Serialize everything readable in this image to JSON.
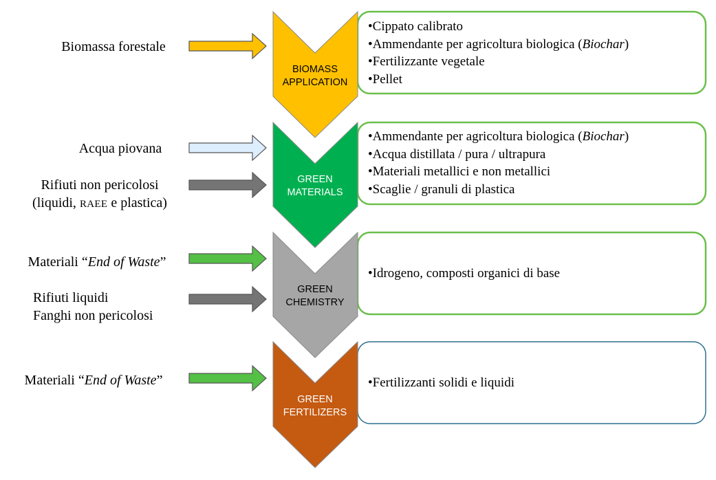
{
  "stages": [
    {
      "label_line1": "BIOMASS",
      "label_line2": "APPLICATION",
      "fill": "#FFC000",
      "label_color": "#000000",
      "box_border": "#6ABF4B",
      "outputs": [
        {
          "text": "Cippato calibrato"
        },
        {
          "text": "Ammendante per agricoltura biologica (",
          "italic": "Biochar",
          "after": ")"
        },
        {
          "text": "Fertilizzante vegetale"
        },
        {
          "text": "Pellet"
        }
      ],
      "inputs": [
        {
          "line1": "Biomassa forestale",
          "arrow_color": "#FFC000"
        }
      ]
    },
    {
      "label_line1": "GREEN",
      "label_line2": "MATERIALS",
      "fill": "#00B050",
      "label_color": "#ffffff",
      "box_border": "#6ABF4B",
      "outputs": [
        {
          "text": "Ammendante per agricoltura biologica (",
          "italic": "Biochar",
          "after": ")"
        },
        {
          "text": "Acqua distillata / pura / ultrapura"
        },
        {
          "text": "Materiali metallici e non metallici"
        },
        {
          "text": "Scaglie / granuli di plastica"
        }
      ],
      "inputs": [
        {
          "line1": "Acqua piovana",
          "arrow_color": "#DDEEFF"
        },
        {
          "line1": "Rifiuti non pericolosi",
          "line2_pre": "(liquidi, ",
          "line2_sc": "RAEE",
          "line2_post": " e plastica)",
          "arrow_color": "#757575"
        }
      ]
    },
    {
      "label_line1": "GREEN",
      "label_line2": "CHEMISTRY",
      "fill": "#A6A6A6",
      "label_color": "#000000",
      "box_border": "#6ABF4B",
      "outputs": [
        {
          "text": "Idrogeno, composti organici di base"
        }
      ],
      "inputs": [
        {
          "line1_pre": "Materiali “",
          "line1_italic": "End of Waste",
          "line1_post": "”",
          "arrow_color": "#54C045"
        },
        {
          "line1": "Rifiuti liquidi",
          "line2": "Fanghi non pericolosi",
          "arrow_color": "#757575"
        }
      ]
    },
    {
      "label_line1": "GREEN",
      "label_line2": "FERTILIZERS",
      "fill": "#C55A11",
      "label_color": "#ffffff",
      "box_border": "#2E6F8E",
      "outputs": [
        {
          "text": "Fertilizzanti solidi e liquidi"
        }
      ],
      "inputs": [
        {
          "line1_pre": "Materiali “",
          "line1_italic": "End of Waste",
          "line1_post": "”",
          "arrow_color": "#54C045"
        }
      ]
    }
  ]
}
